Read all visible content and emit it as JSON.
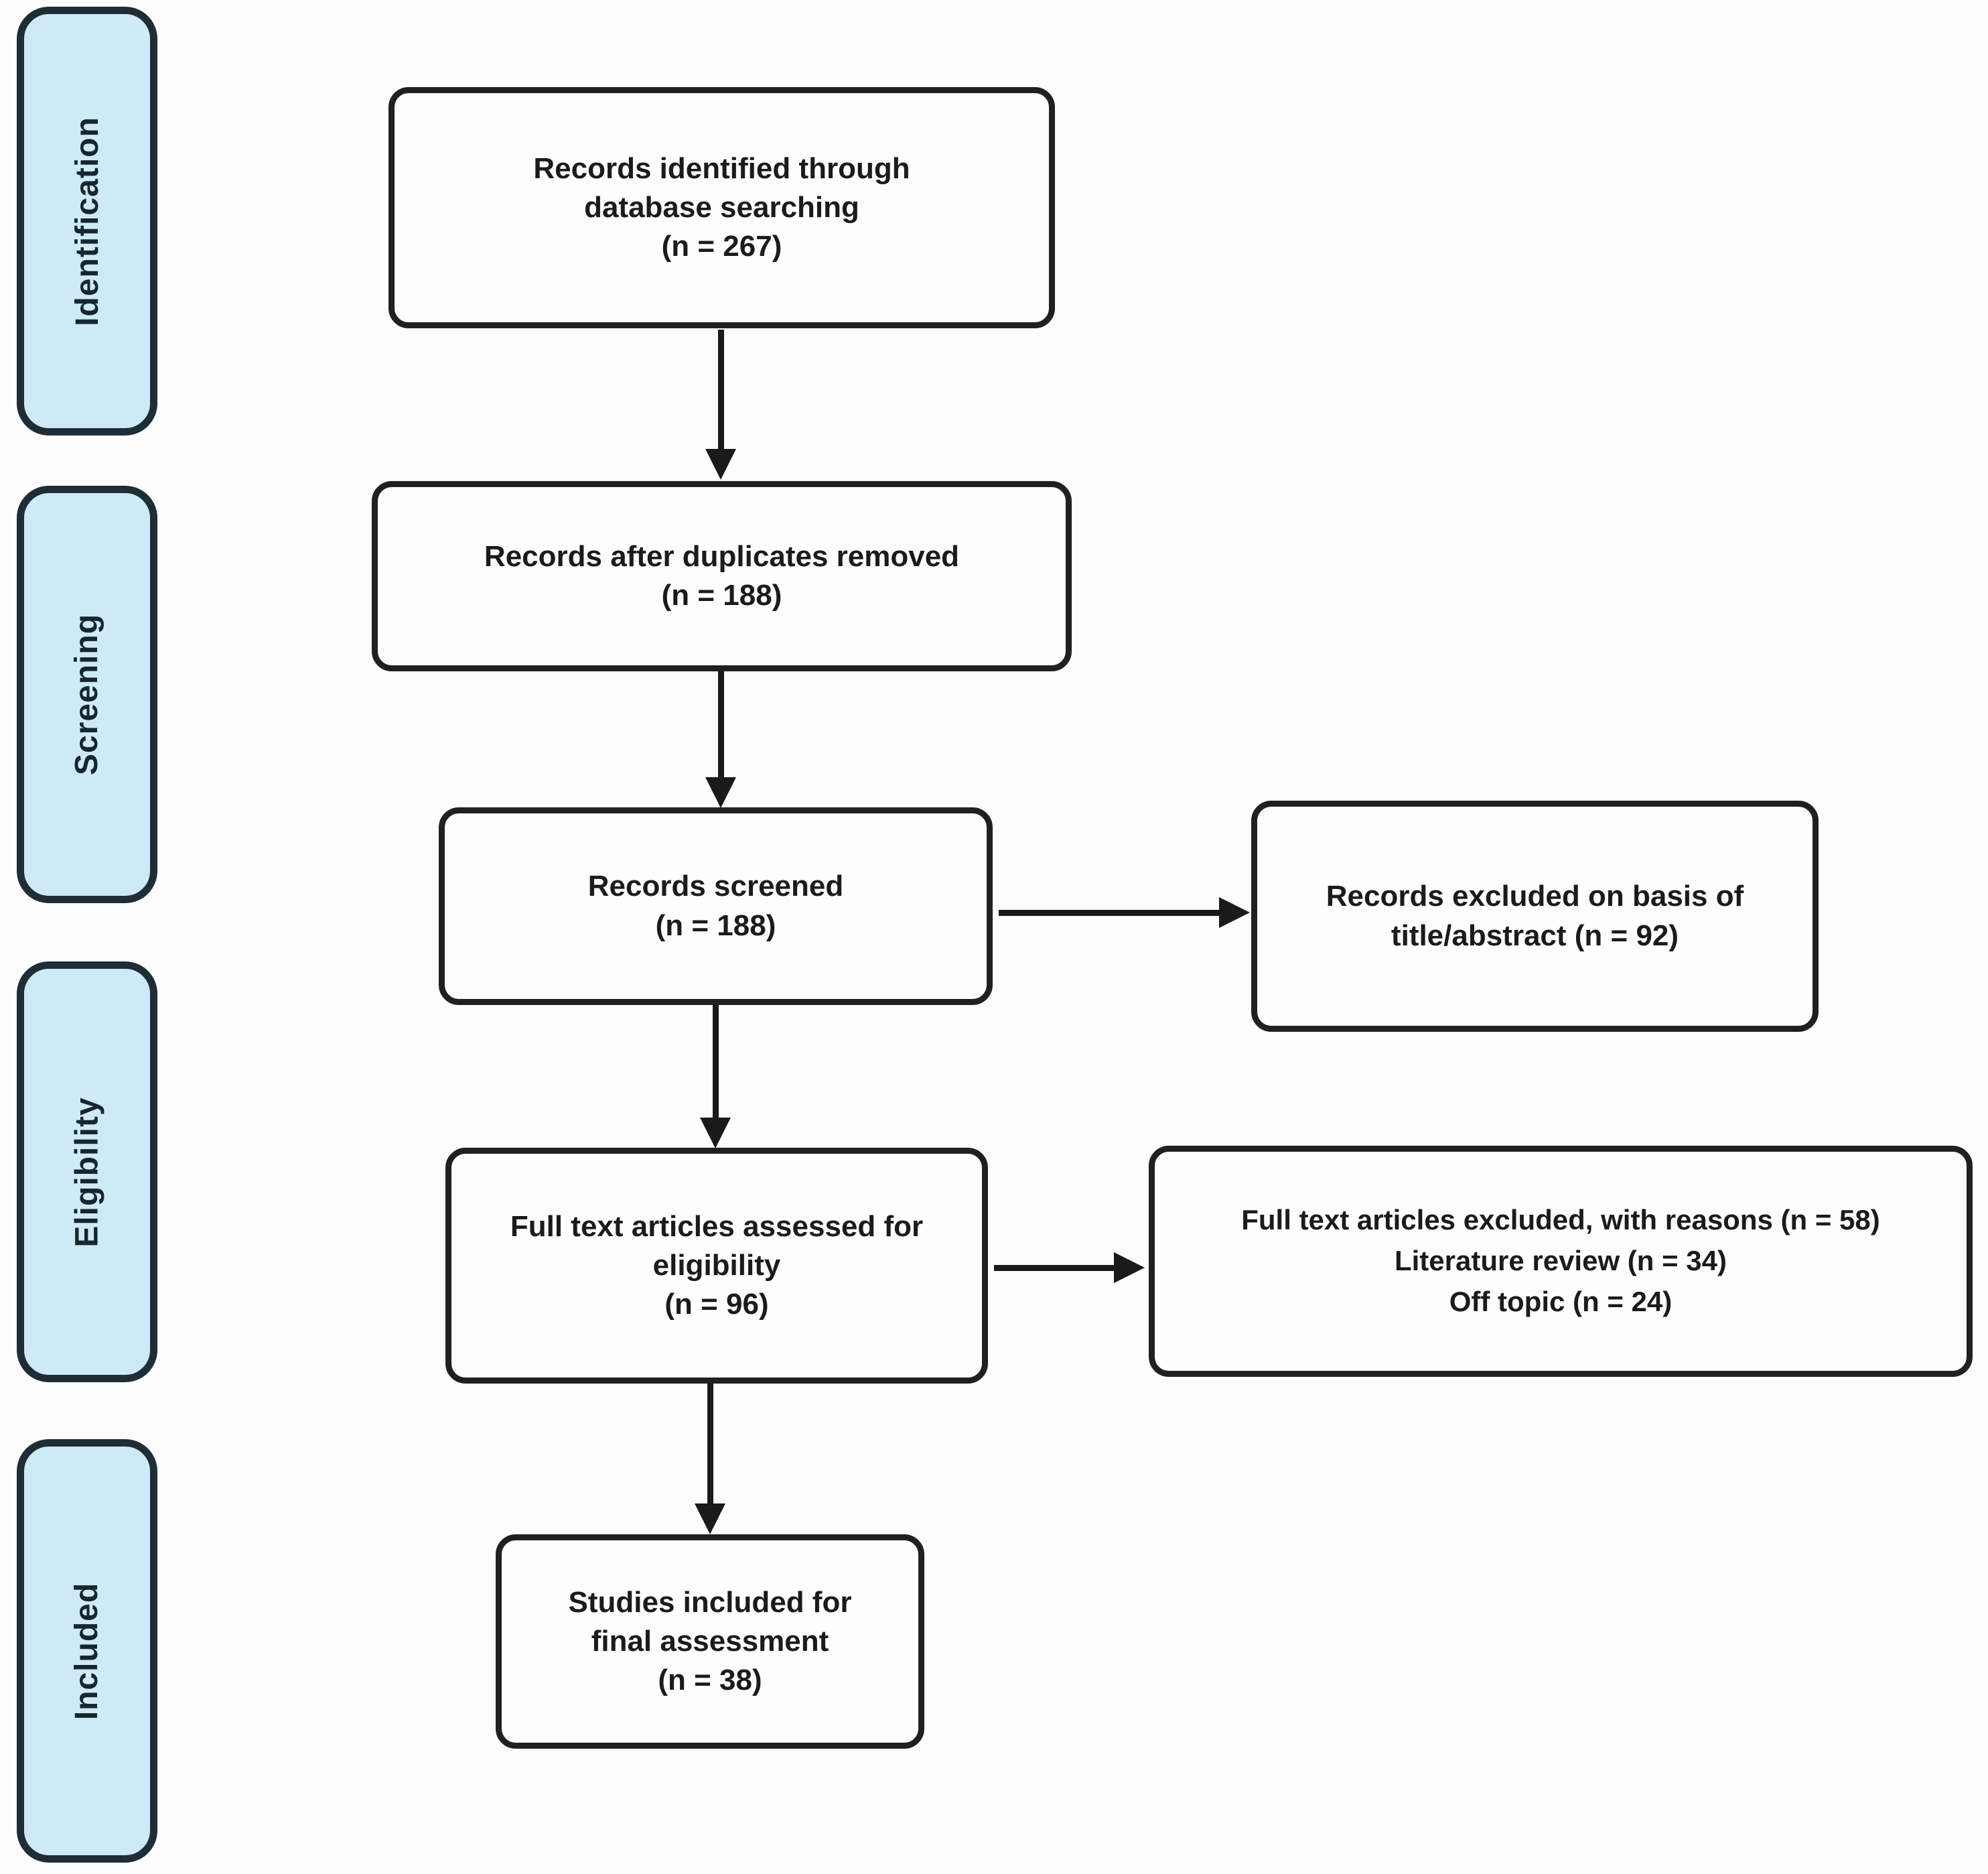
{
  "colors": {
    "stage_fill": "#cfeaf7",
    "stage_border": "#1e2d36",
    "stage_text": "#16262f",
    "box_fill": "#fdfdfd",
    "box_border": "#202020",
    "box_text": "#1b1b1b",
    "arrow": "#1a1a1a",
    "background": "#fcfcfc"
  },
  "stages": [
    {
      "label": "Identification"
    },
    {
      "label": "Screening"
    },
    {
      "label": "Eligibility"
    },
    {
      "label": "Included"
    }
  ],
  "boxes": {
    "identified": {
      "lines": [
        "Records identified through",
        "database searching",
        "(n = 267)"
      ]
    },
    "deduplicated": {
      "lines": [
        "Records after duplicates removed",
        "(n = 188)"
      ]
    },
    "screened": {
      "lines": [
        "Records screened",
        "(n = 188)"
      ]
    },
    "fulltext_assessed": {
      "lines": [
        "Full text articles assessed for",
        "eligibility",
        "(n = 96)"
      ]
    },
    "studies_included": {
      "lines": [
        "Studies included for",
        "final assessment",
        "(n = 38)"
      ]
    },
    "excluded_title_abstract": {
      "lines": [
        "Records excluded on basis of",
        "title/abstract (n = 92)"
      ]
    },
    "excluded_fulltext": {
      "lines": [
        "Full text articles excluded, with reasons (n = 58)",
        "Literature review (n = 34)",
        "Off topic (n = 24)"
      ]
    }
  }
}
